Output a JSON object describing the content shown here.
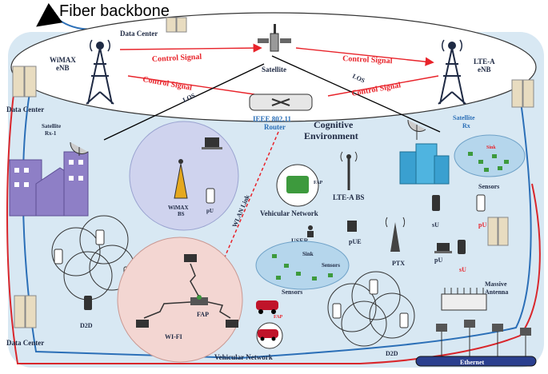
{
  "title": "Fiber backbone",
  "labels": {
    "data_center_top": "Data Center",
    "wimax_enb_1": "WiMAX",
    "wimax_enb_2": "eNB",
    "satellite": "Satellite",
    "lte_enb_1": "LTE-A",
    "lte_enb_2": "eNB",
    "control_signal": "Control Signal",
    "los": "LOS",
    "data_center_left": "Data Center",
    "router_1": "IEEE 802.11",
    "router_2": "Router",
    "satellite_rx_left_1": "Satellite",
    "satellite_rx_left_2": "Rx-1",
    "cognitive_1": "Cognitive",
    "cognitive_2": "Environment",
    "satellite_rx_right_1": "Satellite",
    "satellite_rx_right_2": "Rx",
    "sink_top": "Sink",
    "sensors_top": "Sensors",
    "wimax_bs_1": "WiMAX",
    "wimax_bs_2": "BS",
    "pu_left": "pU",
    "fap_top": "FAP",
    "lte_bs": "LTE-A BS",
    "vehicular_top": "Vehicular Network",
    "wlan_link": "WLAN Link",
    "su_1": "sU",
    "pu_red": "pU",
    "user": "USER",
    "pue": "pUE",
    "sink_mid": "Sink",
    "sensors_mid_right": "Sensors",
    "ptx": "PTX",
    "pu_mid": "pU",
    "su_2": "sU",
    "sensors_mid": "Sensors",
    "massive_1": "Massive",
    "massive_2": "Antenna",
    "fap_center": "FAP",
    "fap_car": "FAP",
    "d2d_left": "D2D",
    "wifi": "WI-FI",
    "d2d_right": "D2D",
    "data_center_bottom": "Data Center",
    "vehicular_bottom": "Vehicular Network",
    "ethernet": "Ethernet"
  },
  "colors": {
    "background": "#d8e8f3",
    "control_signal": "#e8232a",
    "fiber_blue": "#2b6fb7",
    "fiber_red": "#d9262b",
    "wimax_circle": "#cfd3ee",
    "wifi_circle": "#f3d6d2",
    "sensor_cloud": "#b5d6ec",
    "text_dark": "#1f2a44"
  }
}
